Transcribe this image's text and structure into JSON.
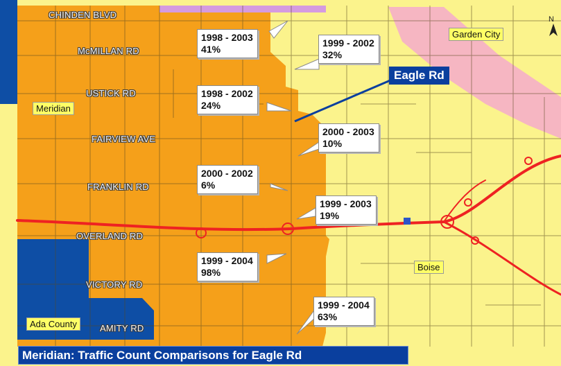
{
  "title": "Meridian: Traffic Count Comparisons for Eagle Rd",
  "highlight_road": "Eagle Rd",
  "north_label": "N",
  "roads": [
    {
      "id": "chinden",
      "label": "CHINDEN BLVD"
    },
    {
      "id": "mcmillan",
      "label": "McMILLAN RD"
    },
    {
      "id": "ustick",
      "label": "USTICK RD"
    },
    {
      "id": "fairview",
      "label": "FAIRVIEW AVE"
    },
    {
      "id": "franklin",
      "label": "FRANKLIN RD"
    },
    {
      "id": "overland",
      "label": "OVERLAND RD"
    },
    {
      "id": "victory",
      "label": "VICTORY RD"
    },
    {
      "id": "amity",
      "label": "AMITY RD"
    }
  ],
  "places": [
    {
      "id": "meridian",
      "label": "Meridian"
    },
    {
      "id": "garden-city",
      "label": "Garden City"
    },
    {
      "id": "boise",
      "label": "Boise"
    },
    {
      "id": "ada-county",
      "label": "Ada County"
    }
  ],
  "callouts": [
    {
      "period": "1998 - 2003",
      "change": "41%"
    },
    {
      "period": "1999 - 2002",
      "change": "32%"
    },
    {
      "period": "1998 - 2002",
      "change": "24%"
    },
    {
      "period": "2000 - 2003",
      "change": "10%"
    },
    {
      "period": "2000 - 2002",
      "change": "6%"
    },
    {
      "period": "1999 - 2003",
      "change": "19%"
    },
    {
      "period": "1999 - 2004",
      "change": "98%"
    },
    {
      "period": "1999 - 2004",
      "change": "63%"
    }
  ],
  "colors": {
    "meridian_area": "#f5a01a",
    "boise_area": "#fbf38c",
    "garden_city_area": "#f6b6c2",
    "ada_county_area": "#0e4ea5",
    "interstate": "#ee2222",
    "labels_bg": "#0a3f9e"
  }
}
